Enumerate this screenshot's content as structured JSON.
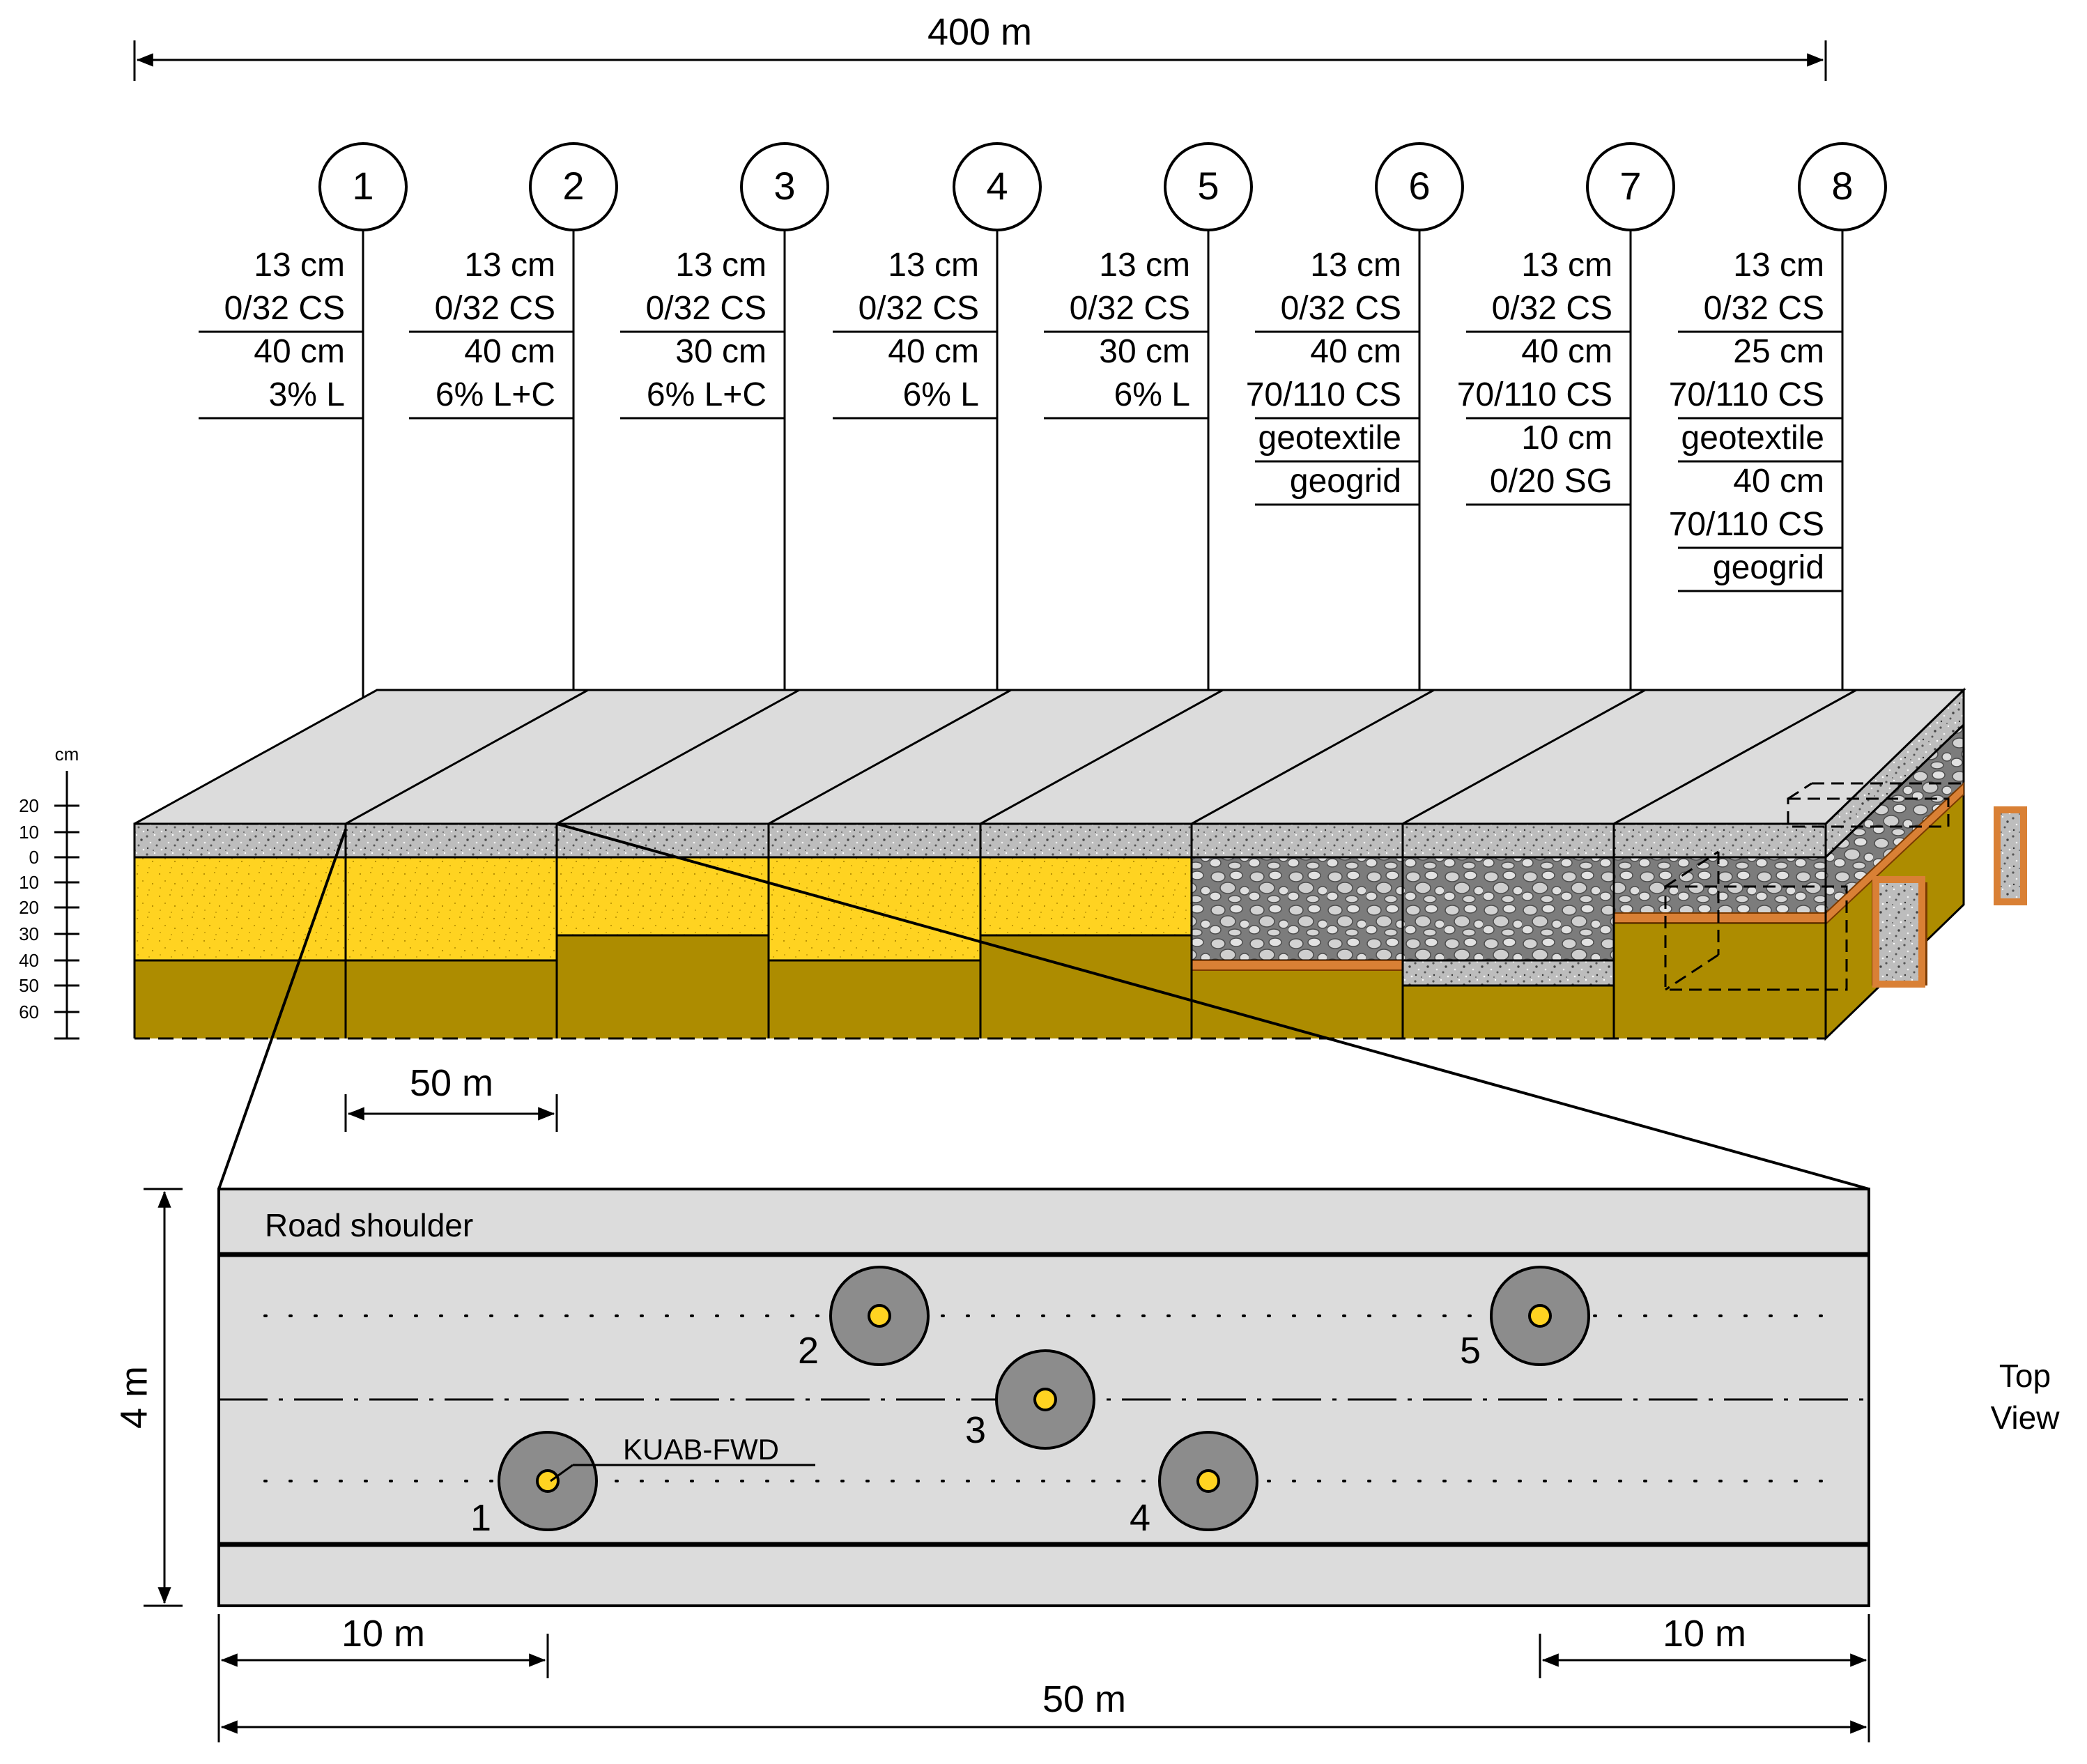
{
  "overall_length": "400 m",
  "section_length": "50 m",
  "depth_unit": "cm",
  "depth_ticks": [
    "20",
    "10",
    "0",
    "10",
    "20",
    "30",
    "40",
    "50",
    "60"
  ],
  "colors": {
    "surface": "#dcdcdc",
    "crushed_stone": "#b3b3b3",
    "lime_stabilised": "#ffd321",
    "subgrade": "#ad8c00",
    "coarse_stone": "#7c7c7c",
    "geotextile": "#d98035",
    "fwd_outer": "#8c8c8c",
    "fwd_center": "#ffd321",
    "road_surface": "#dcdcdc"
  },
  "sections": [
    {
      "id": "1",
      "layers": [
        "13 cm",
        "0/32 CS",
        "40 cm",
        "3% L"
      ]
    },
    {
      "id": "2",
      "layers": [
        "13 cm",
        "0/32 CS",
        "40 cm",
        "6% L+C"
      ]
    },
    {
      "id": "3",
      "layers": [
        "13 cm",
        "0/32 CS",
        "30 cm",
        "6% L+C"
      ]
    },
    {
      "id": "4",
      "layers": [
        "13 cm",
        "0/32 CS",
        "40 cm",
        "6% L"
      ]
    },
    {
      "id": "5",
      "layers": [
        "13 cm",
        "0/32 CS",
        "30 cm",
        "6% L"
      ]
    },
    {
      "id": "6",
      "layers": [
        "13 cm",
        "0/32 CS",
        "40 cm",
        "70/110 CS",
        "geotextile",
        "geogrid"
      ]
    },
    {
      "id": "7",
      "layers": [
        "13 cm",
        "0/32 CS",
        "40 cm",
        "70/110 CS",
        "10 cm",
        "0/20 SG"
      ]
    },
    {
      "id": "8",
      "layers": [
        "13 cm",
        "0/32 CS",
        "25 cm",
        "70/110 CS",
        "geotextile",
        "40 cm",
        "70/110 CS",
        "geogrid"
      ]
    }
  ],
  "top_view": {
    "shoulder_label": "Road shoulder",
    "width_label": "4 m",
    "view_label_line1": "Top",
    "view_label_line2": "View",
    "device_label": "KUAB-FWD",
    "offset_left": "10 m",
    "offset_right": "10 m",
    "total_length": "50 m",
    "points": [
      "1",
      "2",
      "3",
      "4",
      "5"
    ]
  }
}
